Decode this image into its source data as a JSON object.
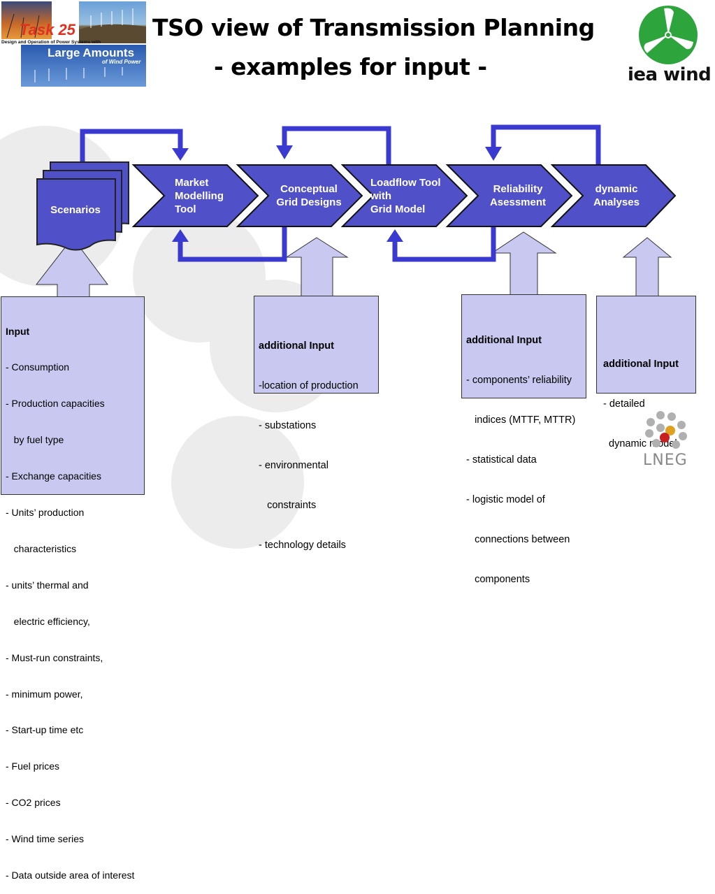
{
  "header": {
    "title_line1": "TSO view of Transmission Planning",
    "title_line2": "- examples for input -"
  },
  "logos": {
    "task": {
      "number_text": "Task 25",
      "subtitle": "Design and Operation of Power Systems with",
      "big_text": "Large Amounts",
      "small_text": "of Wind Power"
    },
    "iea": {
      "text": "iea wind",
      "color": "#2ea43c"
    },
    "lneg": {
      "text": "LNEG"
    }
  },
  "colors": {
    "stage_fill": "#5050c8",
    "arrow_blue": "#3a3ad0",
    "box_fill": "#c8c8f0",
    "up_arrow_fill": "#c8c8f0"
  },
  "stages": [
    {
      "label": "Scenarios"
    },
    {
      "label": "Market\nModelling\nTool"
    },
    {
      "label": "Conceptual\nGrid Designs"
    },
    {
      "label": "Loadflow Tool\nwith\nGrid Model"
    },
    {
      "label": "Reliability\nAsessment"
    },
    {
      "label": "dynamic\nAnalyses"
    }
  ],
  "boxes": {
    "input": {
      "header": "Input",
      "lines": [
        "- Consumption",
        "- Production capacities",
        "   by fuel type",
        "- Exchange capacities",
        "- Units’ production",
        "   characteristics",
        "- units’ thermal and",
        "   electric efficiency,",
        "- Must-run constraints,",
        "- minimum power,",
        "- Start-up time etc",
        "- Fuel prices",
        "- CO2 prices",
        "- Wind time series",
        "- Data outside area of interest"
      ]
    },
    "conceptual": {
      "header": "additional Input",
      "lines": [
        "-location of production",
        "- substations",
        "- environmental",
        "   constraints",
        "- technology details"
      ]
    },
    "reliability": {
      "header": "additional Input",
      "lines": [
        "- components’ reliability",
        "   indices (MTTF, MTTR)",
        "- statistical data",
        "- logistic model of",
        "   connections between",
        "   components"
      ]
    },
    "dynamic": {
      "header": "additional Input",
      "lines": [
        "- detailed",
        "  dynamic model"
      ]
    }
  }
}
